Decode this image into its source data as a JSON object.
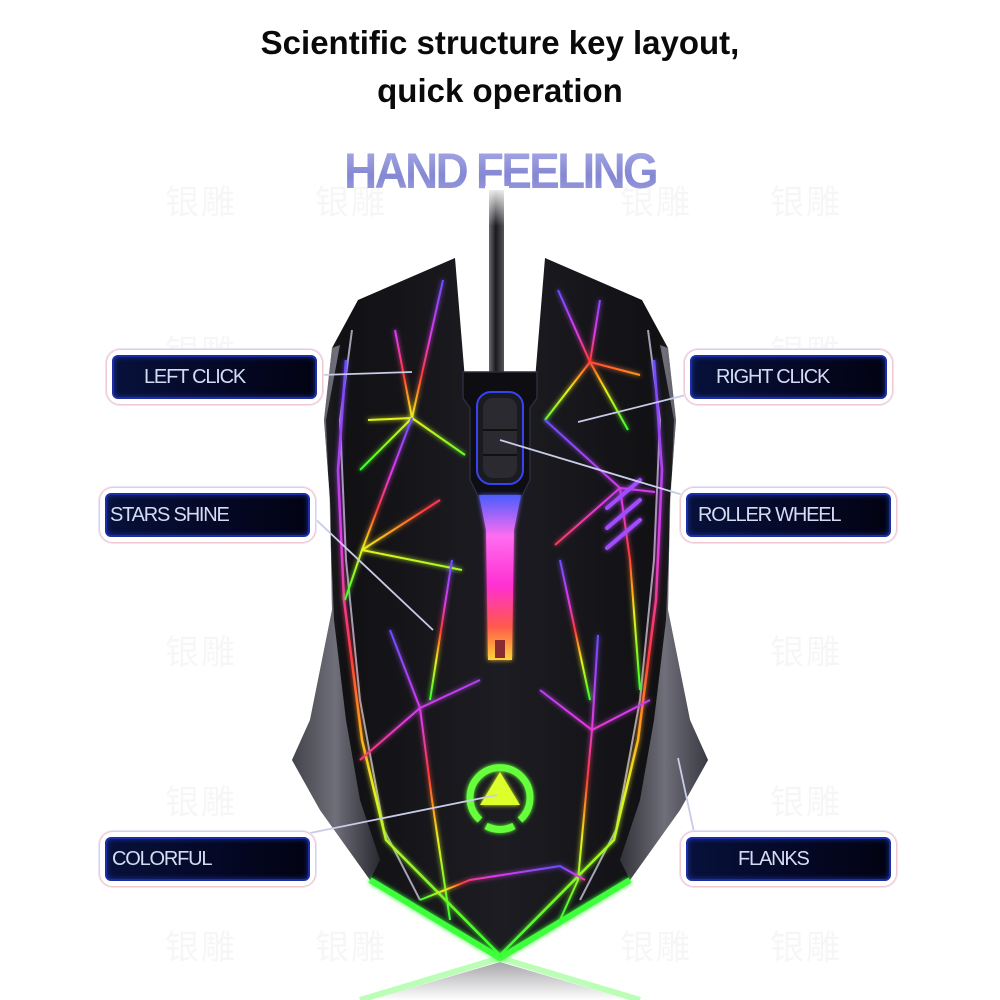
{
  "header": {
    "headline_line1": "Scientific structure key layout,",
    "headline_line2": "quick operation",
    "subtitle": "HAND FEELING"
  },
  "watermark": {
    "text": "银雕"
  },
  "callouts": {
    "left_click": "LEFT CLICK",
    "right_click": "RIGHT CLICK",
    "stars_shine": "STARS SHINE",
    "roller_wheel": "ROLLER WHEEL",
    "colorful": "COLORFUL",
    "flanks": "FLANKS"
  },
  "product": {
    "name": "wired gaming mouse",
    "logo_icon": "triangle-in-ring-icon"
  },
  "colors": {
    "label_bg": "#050826",
    "label_border": "#1b2ea8",
    "label_text": "#d4dcf4",
    "subtitle": "#8d8fd8",
    "glow_green": "#39ff3a",
    "glow_pink": "#ff3cd8",
    "glow_purple": "#a24bff",
    "mouse_body": "#141418"
  }
}
